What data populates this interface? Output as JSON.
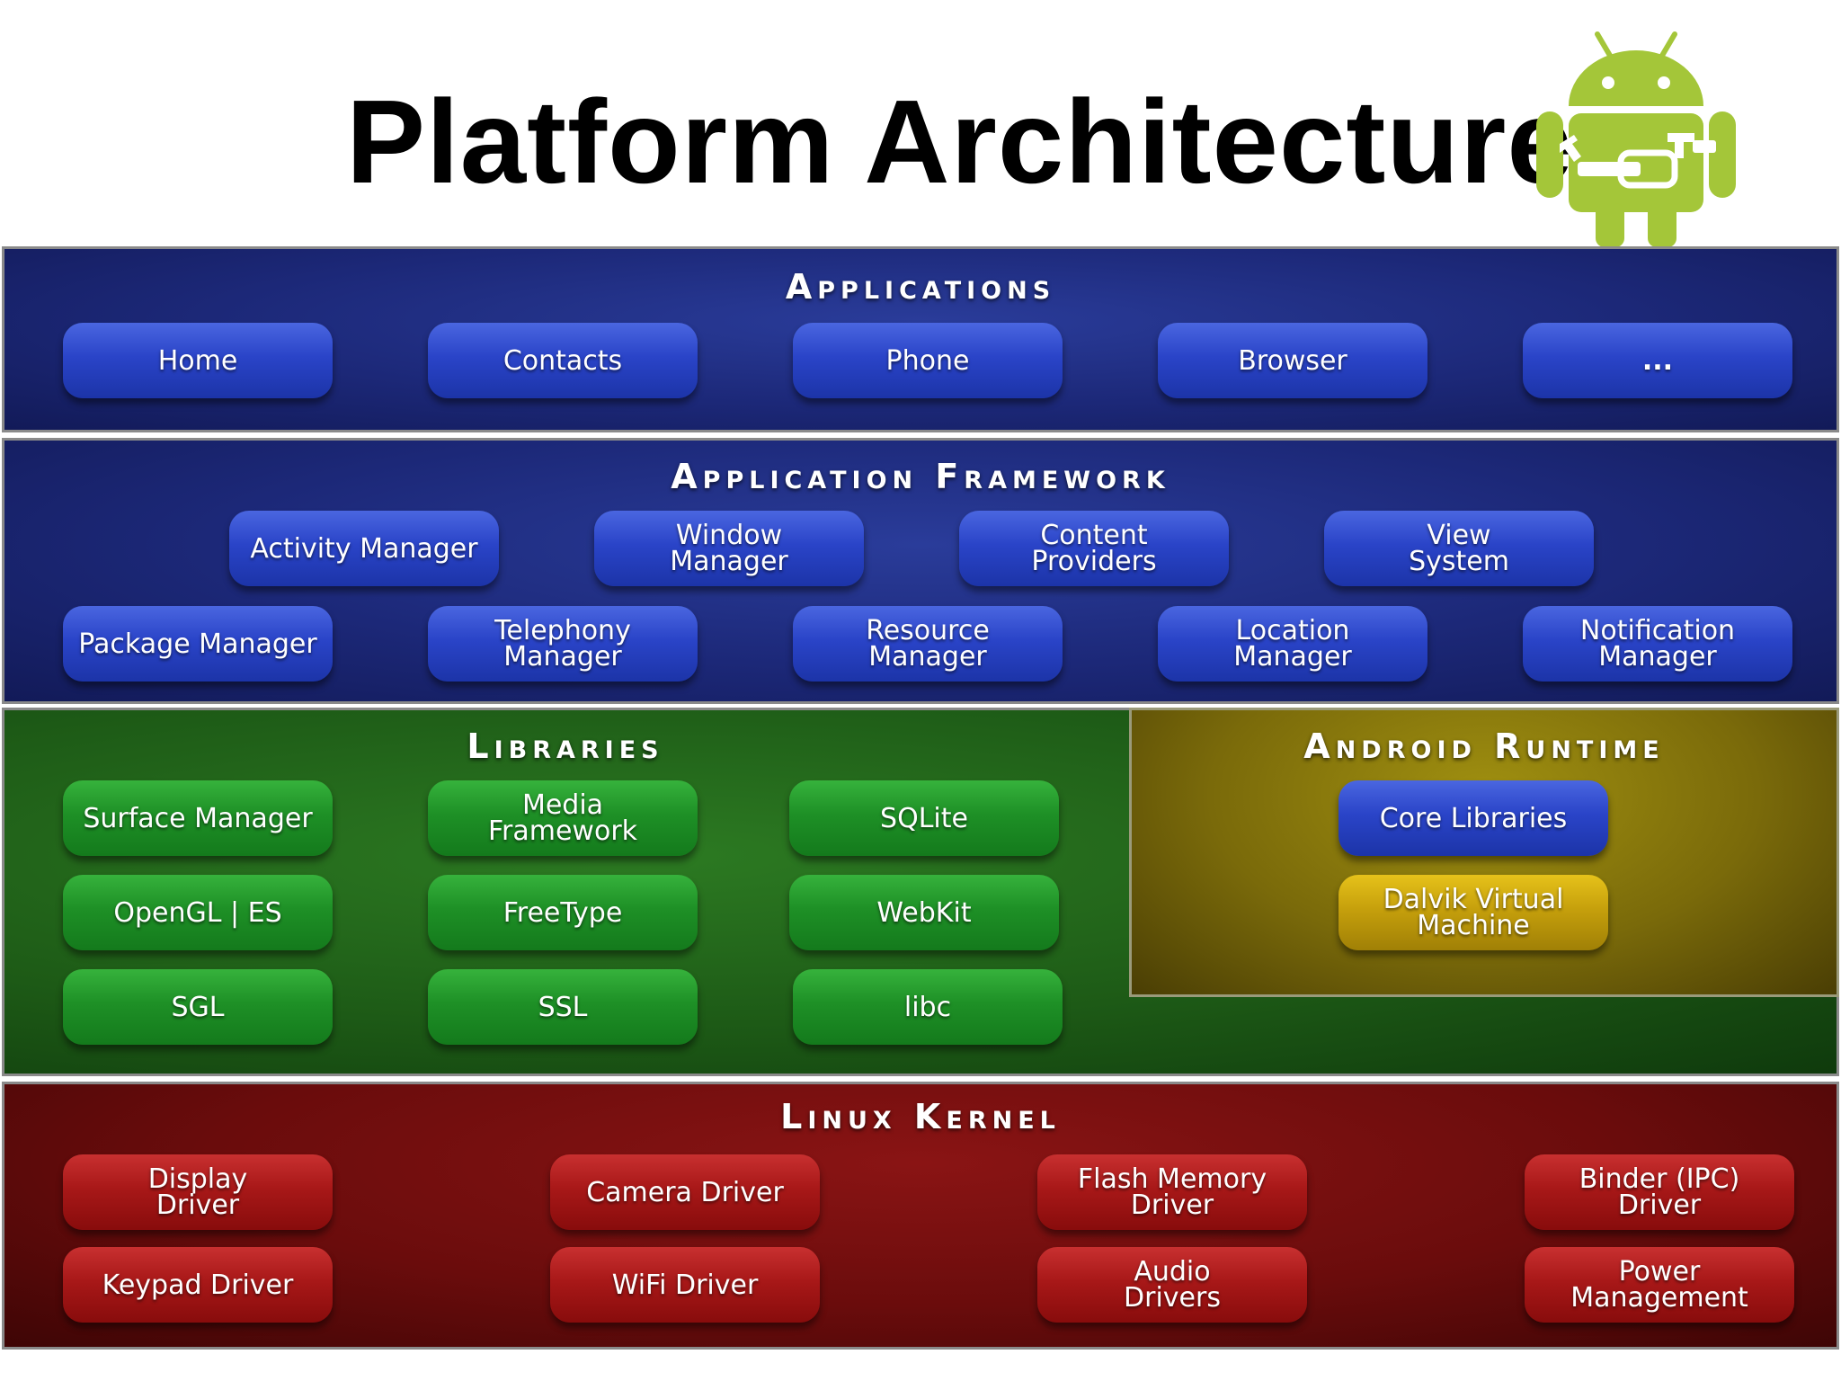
{
  "title": "Platform Architecture",
  "logo": {
    "icon": "android-robot-with-tools-icon",
    "color": "#a4c639"
  },
  "layers": {
    "applications": {
      "heading": "Applications",
      "items": [
        "Home",
        "Contacts",
        "Phone",
        "Browser",
        "..."
      ]
    },
    "framework": {
      "heading": "Application Framework",
      "items": [
        "Activity Manager",
        "Window\nManager",
        "Content\nProviders",
        "View\nSystem",
        "Package Manager",
        "Telephony\nManager",
        "Resource\nManager",
        "Location\nManager",
        "Notification\nManager"
      ]
    },
    "libraries": {
      "heading": "Libraries",
      "items": [
        "Surface Manager",
        "Media\nFramework",
        "SQLite",
        "OpenGL | ES",
        "FreeType",
        "WebKit",
        "SGL",
        "SSL",
        "libc"
      ]
    },
    "runtime": {
      "heading": "Android Runtime",
      "items": [
        "Core Libraries",
        "Dalvik Virtual\nMachine"
      ]
    },
    "kernel": {
      "heading": "Linux Kernel",
      "items": [
        "Display\nDriver",
        "Camera Driver",
        "Flash Memory\nDriver",
        "Binder (IPC)\nDriver",
        "Keypad Driver",
        "WiFi Driver",
        "Audio\nDrivers",
        "Power\nManagement"
      ]
    }
  },
  "colors": {
    "applications": "#1c2878",
    "framework": "#1c2878",
    "libraries": "#1d5a16",
    "runtime": "#7a6a0a",
    "kernel": "#6a0c0c",
    "box_blue": "#2a44c8",
    "box_green": "#1e9026",
    "box_gold": "#c6a00c",
    "box_red": "#a81818"
  }
}
